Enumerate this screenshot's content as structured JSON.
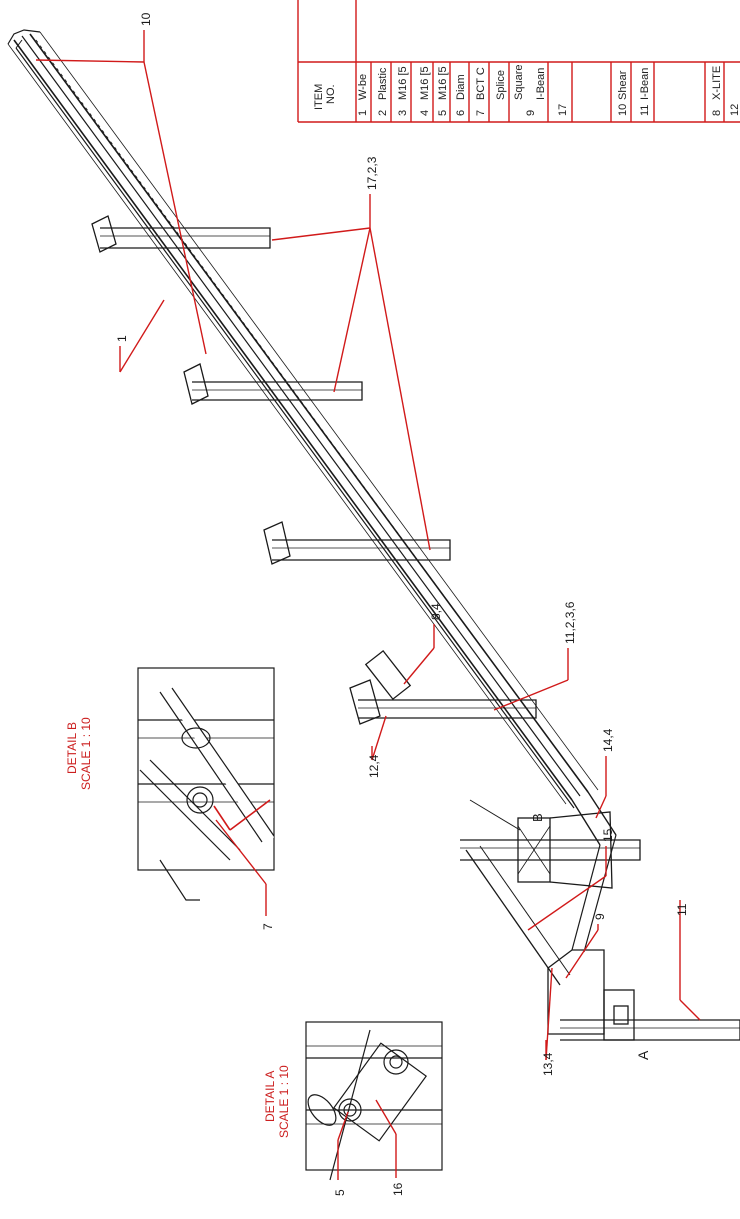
{
  "callouts": {
    "c10_top": "10",
    "c17_2_3": "17,2,3",
    "c1": "1",
    "c8_4": "8,4",
    "c11_2_3_6": "11,2,3,6",
    "c12_4": "12,4",
    "c14_4": "14,4",
    "c15": "15",
    "c9": "9",
    "c11": "11",
    "c13_4": "13,4",
    "c7": "7",
    "c5": "5",
    "c16": "16",
    "mark_a": "A",
    "mark_b": "B"
  },
  "details": {
    "b_title": "DETAIL B",
    "b_scale": "SCALE 1 : 10",
    "a_title": "DETAIL A",
    "a_scale": "SCALE 1 : 10"
  },
  "bom": {
    "header_item": "ITEM",
    "header_no": "NO.",
    "rows": [
      {
        "no": "1",
        "desc": "W-be"
      },
      {
        "no": "2",
        "desc": "Plastic"
      },
      {
        "no": "3",
        "desc": "M16 [5"
      },
      {
        "no": "4",
        "desc": "M16 [5"
      },
      {
        "no": "5",
        "desc": "M16 [5"
      },
      {
        "no": "6",
        "desc": "Diam"
      },
      {
        "no": "7",
        "desc": "BCT C"
      },
      {
        "no": "9",
        "desc": "Splice"
      },
      {
        "no": "",
        "desc": "Square"
      },
      {
        "no": "17",
        "desc": "I-Bean"
      },
      {
        "no": "10",
        "desc": "Shear"
      },
      {
        "no": "11",
        "desc": "I-Bean"
      },
      {
        "no": "8",
        "desc": "X-LITE"
      },
      {
        "no": "12",
        "desc": ""
      }
    ]
  },
  "colors": {
    "leader": "#d11a1a",
    "ink": "#1a1a1a"
  }
}
